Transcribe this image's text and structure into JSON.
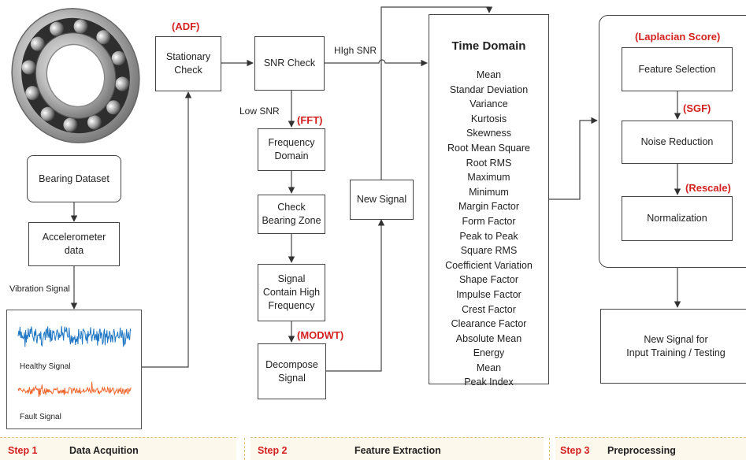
{
  "steps": [
    {
      "number": "Step 1",
      "title": "Data Acquition"
    },
    {
      "number": "Step 2",
      "title": "Feature Extraction"
    },
    {
      "number": "Step 3",
      "title": "Preprocessing"
    }
  ],
  "step1": {
    "bearing_dataset": "Bearing Dataset",
    "accelerometer": "Accelerometer\ndata",
    "vibration_label": "Vibration Signal",
    "healthy_label": "Healthy Signal",
    "fault_label": "Fault Signal",
    "colors": {
      "healthy": "#1f77c4",
      "fault": "#f0642a"
    }
  },
  "step2": {
    "adf_tag": "(ADF)",
    "stationary": "Stationary\nCheck",
    "snr_check": "SNR Check",
    "high_snr": "HIgh SNR",
    "low_snr": "Low SNR",
    "fft_tag": "(FFT)",
    "frequency_domain": "Frequency\nDomain",
    "check_bearing_zone": "Check\nBearing Zone",
    "signal_high_freq": "Signal\nContain High\nFrequency",
    "modwt_tag": "(MODWT)",
    "decompose": "Decompose\nSignal",
    "new_signal": "New Signal",
    "time_domain": {
      "title": "Time Domain",
      "features": [
        "Mean",
        "Standar Deviation",
        "Variance",
        "Kurtosis",
        "Skewness",
        "Root Mean Square",
        "Root RMS",
        "Maximum",
        "Minimum",
        "Margin Factor",
        "Form Factor",
        "Peak to Peak",
        "Square RMS",
        "Coefficient Variation",
        "Shape Factor",
        "Impulse Factor",
        "Crest Factor",
        "Clearance Factor",
        "Absolute Mean",
        "Energy",
        "Mean",
        "Peak Index"
      ]
    }
  },
  "step3": {
    "laplacian_tag": "(Laplacian Score)",
    "feature_selection": "Feature Selection",
    "sgf_tag": "(SGF)",
    "noise_reduction": "Noise Reduction",
    "rescale_tag": "(Rescale)",
    "normalization": "Normalization",
    "output": "New Signal for\nInput Training / Testing"
  },
  "accent_color": "#d42020"
}
